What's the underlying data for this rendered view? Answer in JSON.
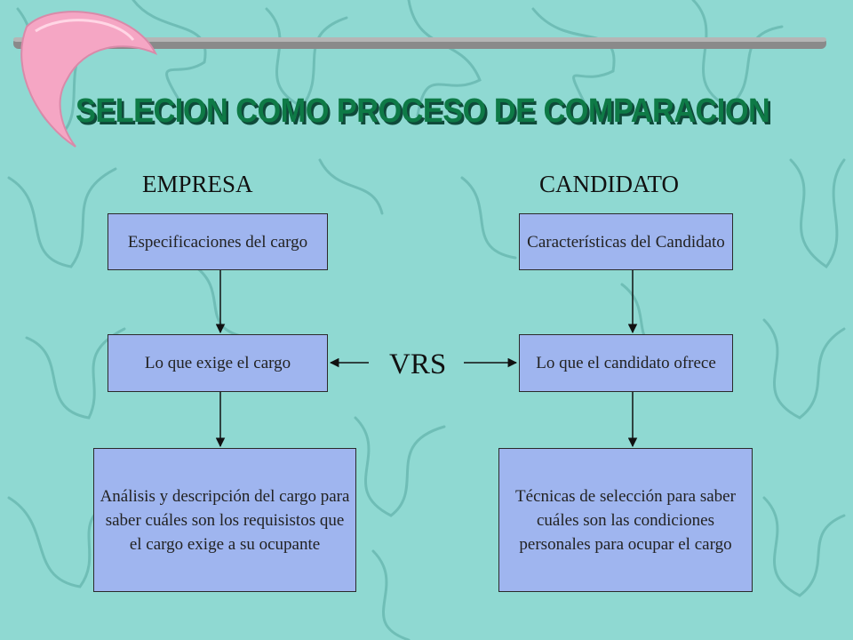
{
  "slide": {
    "title": "SELECION COMO PROCESO DE COMPARACION",
    "colors": {
      "background": "#8fd9d2",
      "box_fill": "#9fb5ef",
      "title": "#0e7a46",
      "title_shadow": "#0f4a3a",
      "deco_lines": "#6ab9b2",
      "bar": "#8a8a8a",
      "swoosh": "#f5a6c4"
    }
  },
  "left_column": {
    "heading": "EMPRESA",
    "boxes": [
      {
        "text": "Especificaciones del cargo"
      },
      {
        "text": "Lo que exige el cargo"
      },
      {
        "text": "Análisis y descripción del cargo para saber cuáles son los requisistos que el cargo exige a su ocupante"
      }
    ]
  },
  "right_column": {
    "heading": "CANDIDATO",
    "boxes": [
      {
        "text": "Características del Candidato"
      },
      {
        "text": "Lo que el candidato ofrece"
      },
      {
        "text": "Técnicas de selección para saber cuáles son las condiciones personales para ocupar el cargo"
      }
    ]
  },
  "center": {
    "label": "VRS"
  }
}
